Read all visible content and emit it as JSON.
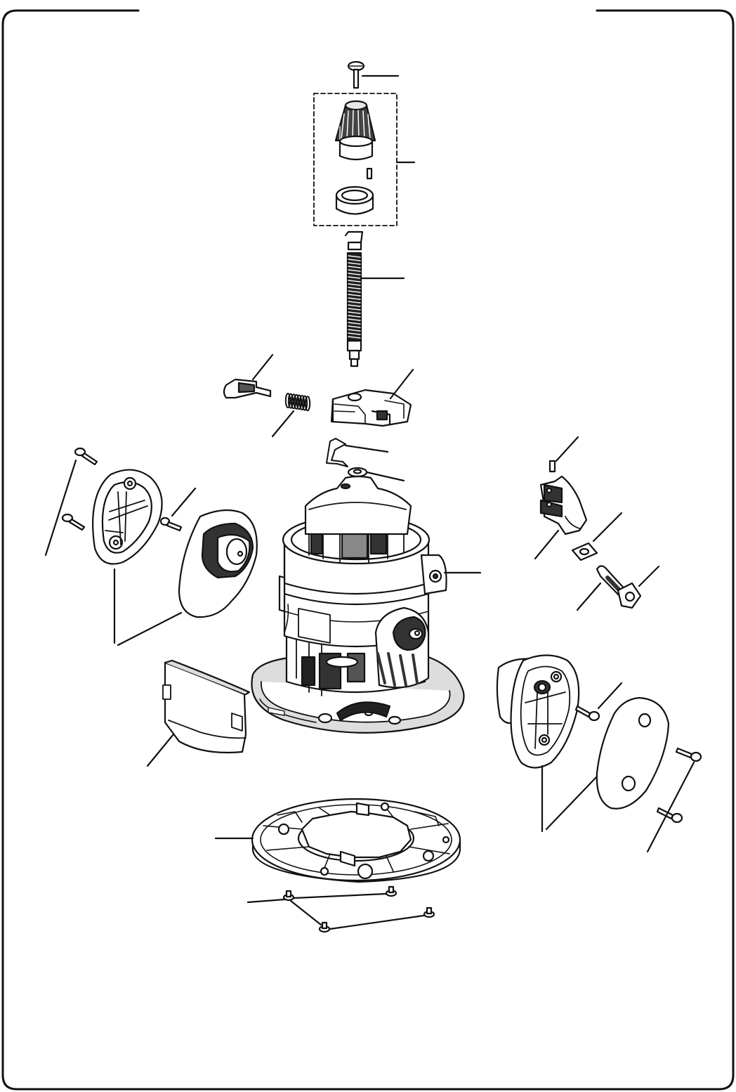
{
  "diagram": {
    "kind": "exploded-parts-view",
    "colors": {
      "ink": "#111111",
      "paper": "#ffffff",
      "shade": "#d9d9d9",
      "mid": "#bdbdbd",
      "dark": "#6f6f6f"
    },
    "parts": [
      "top-screw",
      "depth-knob-assembly",
      "threaded-depth-rod",
      "lock-lever",
      "lock-spring",
      "rod-bracket",
      "wire-clip",
      "retaining-ring",
      "motor-housing-base",
      "left-handle-frame",
      "left-handle-grip",
      "left-handle-screw-upper",
      "left-handle-screw-lower",
      "left-handle-insert-screw",
      "chip-shield",
      "clamp-pin",
      "clamp-bracket",
      "clamp-nut",
      "clamp-bolt",
      "right-handle-frame",
      "right-handle-cover",
      "right-handle-insert-screw",
      "right-handle-screw-upper",
      "right-handle-screw-lower",
      "sub-base-plate",
      "sub-base-screws"
    ]
  }
}
